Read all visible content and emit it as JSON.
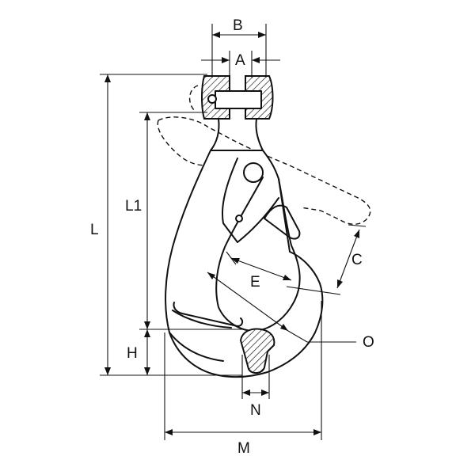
{
  "diagram": {
    "subject": "clevis self-locking hook with safety latch",
    "dimension_labels": {
      "A": "A",
      "B": "B",
      "C": "C",
      "E": "E",
      "H": "H",
      "L": "L",
      "L1": "L1",
      "M": "M",
      "N": "N",
      "O": "O"
    }
  }
}
